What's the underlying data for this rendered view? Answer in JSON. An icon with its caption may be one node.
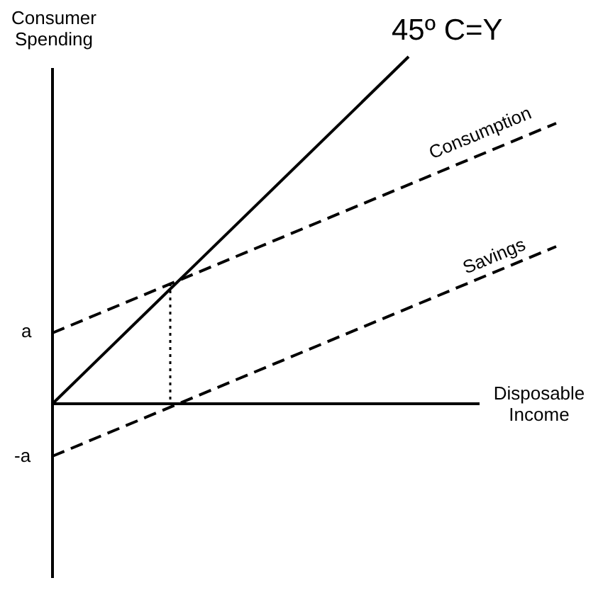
{
  "diagram": {
    "labels": [
      "Consumer Spending",
      "45º C=Y",
      "Consumption",
      "Savings",
      "a",
      "Disposable Income",
      "-a"
    ]
  }
}
